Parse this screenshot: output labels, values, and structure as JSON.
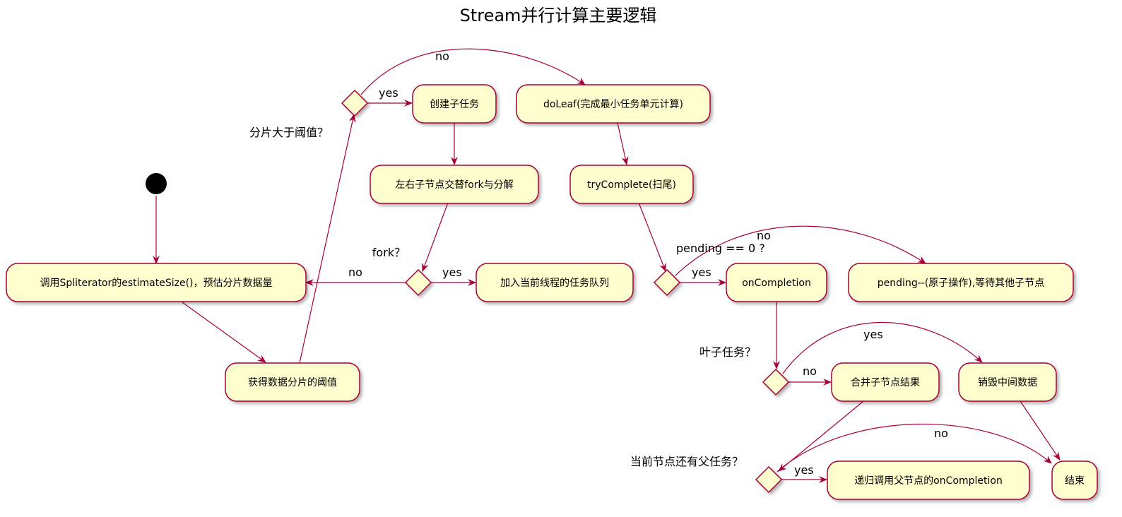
{
  "title": "Stream并行计算主要逻辑",
  "colors": {
    "node_fill": "#FEFECE",
    "stroke": "#A80036",
    "start": "#000000"
  },
  "nodes": {
    "estimate": "调用Spliterator的estimateSize()，预估分片数据量",
    "threshold": "获得数据分片的阈值",
    "create_subtask": "创建子任务",
    "fork_split": "左右子节点交替fork与分解",
    "enqueue": "加入当前线程的任务队列",
    "do_leaf": "doLeaf(完成最小任务单元计算)",
    "try_complete": "tryComplete(扫尾)",
    "on_completion": "onCompletion",
    "pending_dec": "pending--(原子操作),等待其他子节点",
    "merge": "合并子节点结果",
    "destroy": "销毁中间数据",
    "recursive": "递归调用父节点的onCompletion",
    "end": "结束"
  },
  "questions": {
    "size_gt": "分片大于阈值？",
    "fork_q": "fork？",
    "pending_q": "pending == 0 ?",
    "leaf_q": "叶子任务？",
    "parent_q": "当前节点还有父任务？"
  },
  "labels": {
    "d1_yes": "yes",
    "d1_no": "no",
    "d2_yes": "yes",
    "d2_no": "no",
    "d3_yes": "yes",
    "d3_no": "no",
    "d4_yes": "yes",
    "d4_no": "no",
    "d5_yes": "yes",
    "d5_no": "no"
  }
}
